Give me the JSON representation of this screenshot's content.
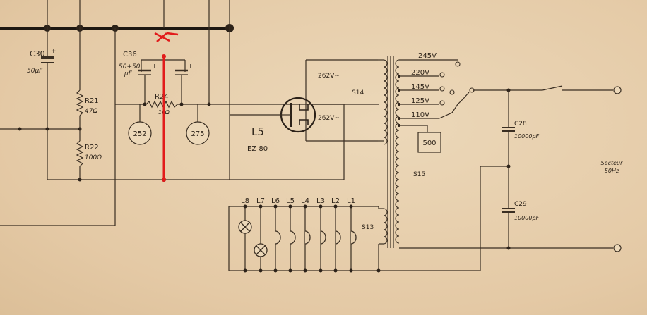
{
  "colors": {
    "paper": "#e6cfae",
    "ink": "#3a2e22",
    "annotation": "#e21b1b"
  },
  "capacitors": {
    "c30": {
      "name": "C30",
      "value": "50µF",
      "polarity": "+"
    },
    "c36": {
      "name": "C36",
      "value_line1": "50+50",
      "value_line2": "µF",
      "plus_left": "+",
      "plus_right": "+"
    },
    "c28": {
      "name": "C28",
      "value": "10000pF"
    },
    "c29": {
      "name": "C29",
      "value": "10000pF"
    }
  },
  "resistors": {
    "r21": {
      "name": "R21",
      "value": "47Ω"
    },
    "r22": {
      "name": "R22",
      "value": "100Ω"
    },
    "r24": {
      "name": "R24",
      "value": "1kΩ"
    }
  },
  "connectors": {
    "c252": "252",
    "c275": "275",
    "c500": "500"
  },
  "tube": {
    "name": "L5",
    "type": "EZ 80"
  },
  "transformer": {
    "hv_upper": "262V~",
    "hv_lower": "262V~",
    "s14": "S14",
    "s15": "S15",
    "s13": "S13",
    "taps": [
      "245V",
      "220V",
      "145V",
      "125V",
      "110V"
    ]
  },
  "lamps": [
    "L8",
    "L7",
    "L6",
    "L5",
    "L4",
    "L3",
    "L2",
    "L1"
  ],
  "mains": {
    "line1": "Secteur",
    "line2": "50Hz"
  }
}
